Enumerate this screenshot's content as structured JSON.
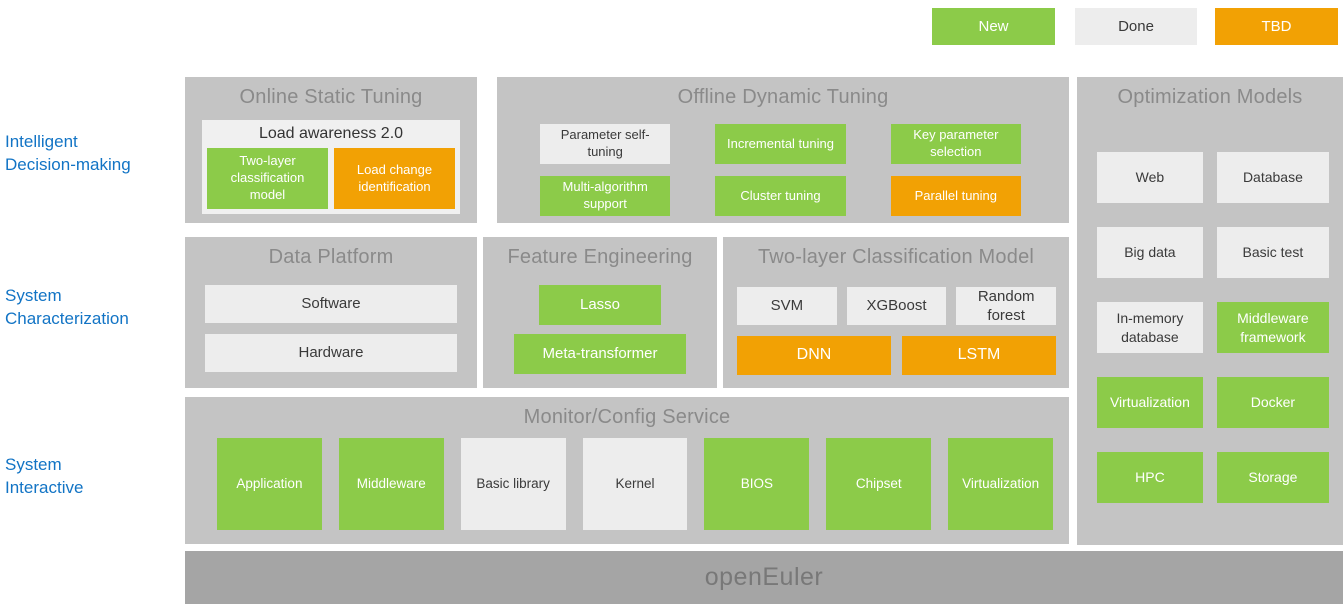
{
  "legend": {
    "items": [
      {
        "label": "New",
        "status": "new"
      },
      {
        "label": "Done",
        "status": "done"
      },
      {
        "label": "TBD",
        "status": "tbd"
      }
    ]
  },
  "colors": {
    "new_green": "#8ccb49",
    "done_gray": "#ededed",
    "tbd_orange": "#f2a104",
    "panel_gray": "#c4c4c4",
    "base_bar_gray": "#a5a5a5",
    "side_label_blue": "#1274c5",
    "panel_title_gray": "#8a8a8a"
  },
  "side_labels": [
    {
      "label": "Intelligent\nDecision-making"
    },
    {
      "label": "System\nCharacterization"
    },
    {
      "label": "System\nInteractive"
    }
  ],
  "panels": {
    "online_static": {
      "title": "Online Static Tuning",
      "group": {
        "title": "Load awareness 2.0",
        "items": [
          {
            "label": "Two-layer classification model",
            "status": "new"
          },
          {
            "label": "Load change identification",
            "status": "tbd"
          }
        ]
      }
    },
    "offline_dynamic": {
      "title": "Offline Dynamic Tuning",
      "items": [
        {
          "label": "Parameter self-tuning",
          "status": "done"
        },
        {
          "label": "Incremental tuning",
          "status": "new"
        },
        {
          "label": "Key parameter selection",
          "status": "new"
        },
        {
          "label": "Multi-algorithm support",
          "status": "new"
        },
        {
          "label": "Cluster tuning",
          "status": "new"
        },
        {
          "label": "Parallel tuning",
          "status": "tbd"
        }
      ]
    },
    "optimization_models": {
      "title": "Optimization Models",
      "items": [
        {
          "label": "Web",
          "status": "done"
        },
        {
          "label": "Database",
          "status": "done"
        },
        {
          "label": "Big data",
          "status": "done"
        },
        {
          "label": "Basic test",
          "status": "done"
        },
        {
          "label": "In-memory database",
          "status": "done"
        },
        {
          "label": "Middleware framework",
          "status": "new"
        },
        {
          "label": "Virtualization",
          "status": "new"
        },
        {
          "label": "Docker",
          "status": "new"
        },
        {
          "label": "HPC",
          "status": "new"
        },
        {
          "label": "Storage",
          "status": "new"
        }
      ]
    },
    "data_platform": {
      "title": "Data Platform",
      "items": [
        {
          "label": "Software",
          "status": "done"
        },
        {
          "label": "Hardware",
          "status": "done"
        }
      ]
    },
    "feature_engineering": {
      "title": "Feature Engineering",
      "items": [
        {
          "label": "Lasso",
          "status": "new"
        },
        {
          "label": "Meta-transformer",
          "status": "new"
        }
      ]
    },
    "two_layer_model": {
      "title": "Two-layer Classification Model",
      "items": [
        {
          "label": "SVM",
          "status": "done"
        },
        {
          "label": "XGBoost",
          "status": "done"
        },
        {
          "label": "Random forest",
          "status": "done"
        },
        {
          "label": "DNN",
          "status": "tbd"
        },
        {
          "label": "LSTM",
          "status": "tbd"
        }
      ]
    },
    "monitor_config": {
      "title": "Monitor/Config Service",
      "items": [
        {
          "label": "Application",
          "status": "new"
        },
        {
          "label": "Middleware",
          "status": "new"
        },
        {
          "label": "Basic library",
          "status": "done"
        },
        {
          "label": "Kernel",
          "status": "done"
        },
        {
          "label": "BIOS",
          "status": "new"
        },
        {
          "label": "Chipset",
          "status": "new"
        },
        {
          "label": "Virtualization",
          "status": "new"
        }
      ]
    }
  },
  "base_platform": {
    "label": "openEuler"
  }
}
